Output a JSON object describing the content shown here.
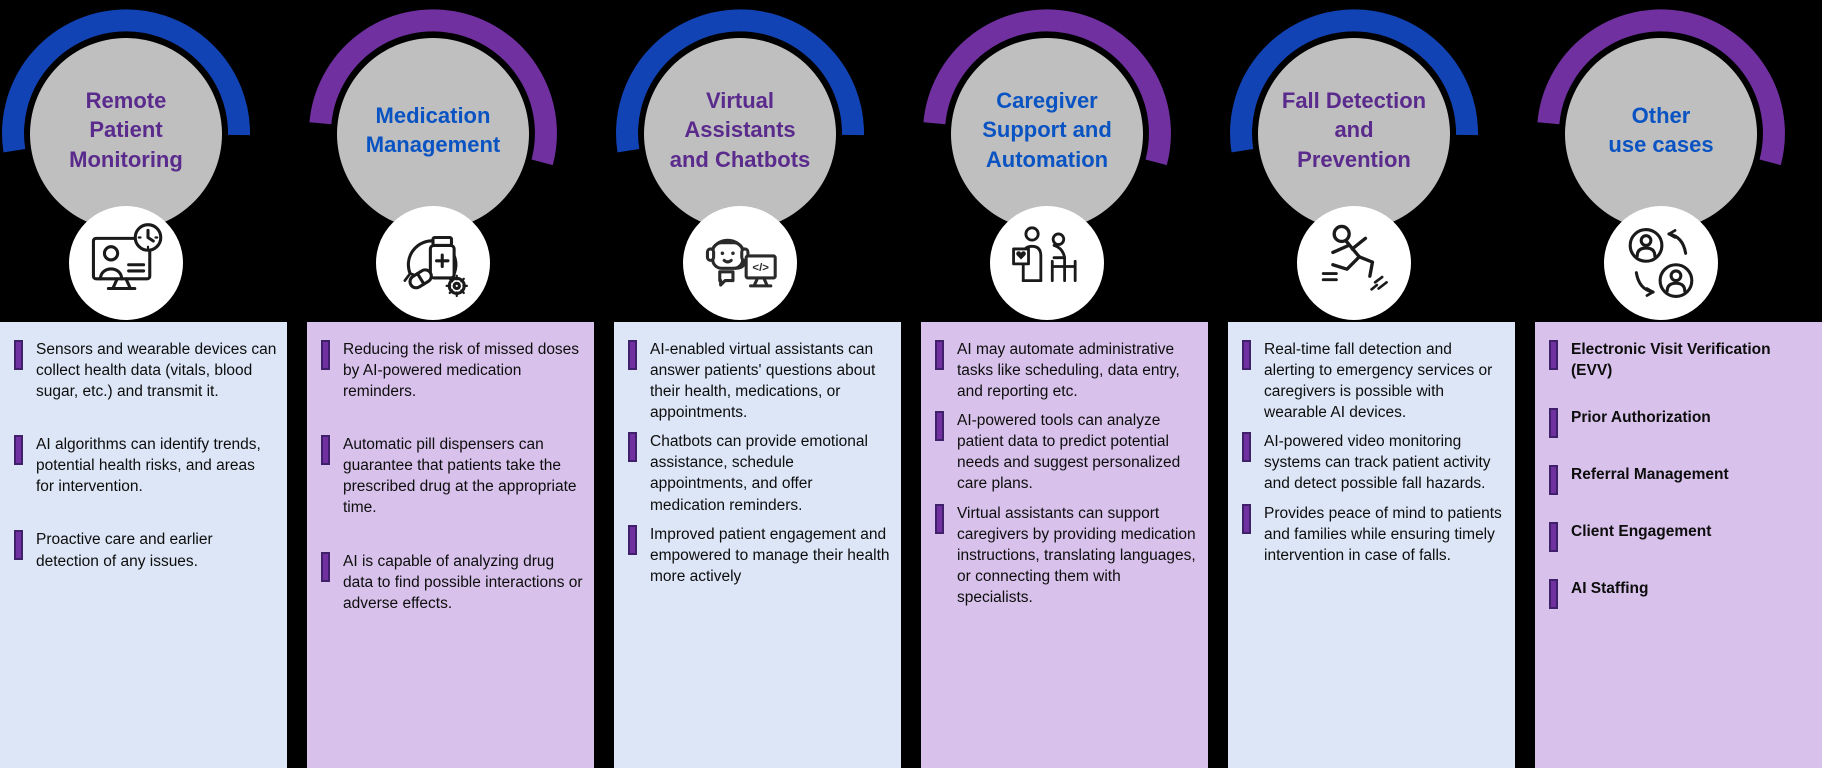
{
  "theme": {
    "background": "#000000",
    "arc_blue": "#1243B5",
    "arc_purple": "#7030A0",
    "title_blue": "#0A53C2",
    "title_purple": "#5A2B8C",
    "panel_blue": "#DCE6F6",
    "panel_purple": "#D8C2EB",
    "circle_gray": "#BFBFBF",
    "bullet_fill": "#7030A0",
    "bullet_border": "#41206B",
    "body_text": "#0D0D0D"
  },
  "columns": [
    {
      "title": "Remote\nPatient\nMonitoring",
      "title_color": "purple",
      "arc_color": "blue",
      "panel_color": "blue",
      "icon": "monitor-patient-clock-icon",
      "bullets": [
        "Sensors and wearable devices can collect health data (vitals, blood sugar, etc.) and transmit it.",
        "AI algorithms can identify trends, potential health risks, and areas for intervention.",
        "Proactive care and earlier detection of any issues."
      ]
    },
    {
      "title": "Medication\nManagement",
      "title_color": "blue",
      "arc_color": "purple",
      "panel_color": "purple",
      "icon": "pill-bottle-recycle-gear-icon",
      "bullets": [
        "Reducing the risk of missed doses by AI-powered medication reminders.",
        "Automatic pill dispensers can guarantee that patients take the prescribed drug at the appropriate time.",
        "AI is capable of analyzing drug data to find possible interactions or adverse effects."
      ]
    },
    {
      "title": "Virtual\nAssistants\nand Chatbots",
      "title_color": "purple",
      "arc_color": "blue",
      "panel_color": "blue",
      "icon": "chatbot-headset-monitor-icon",
      "bullets": [
        "AI-enabled virtual assistants can answer patients' questions about their health, medications, or appointments.",
        "Chatbots can provide emotional assistance, schedule appointments, and offer medication reminders.",
        "Improved patient engagement and empowered to manage their health more actively"
      ]
    },
    {
      "title": "Caregiver\nSupport and\nAutomation",
      "title_color": "blue",
      "arc_color": "purple",
      "panel_color": "purple",
      "icon": "caregiver-patient-heart-icon",
      "bullets": [
        "AI may automate administrative tasks like scheduling, data entry, and reporting etc.",
        "AI-powered tools can analyze patient data to predict potential needs and suggest personalized care plans.",
        "Virtual assistants can support caregivers by providing medication instructions, translating languages, or connecting them with specialists."
      ]
    },
    {
      "title": "Fall Detection\nand\nPrevention",
      "title_color": "purple",
      "arc_color": "blue",
      "panel_color": "blue",
      "icon": "person-falling-icon",
      "bullets": [
        "Real-time fall detection and alerting to emergency services or caregivers is possible with wearable AI devices.",
        "AI-powered video monitoring systems can track patient activity and detect possible fall hazards.",
        "Provides peace of mind to patients and families while ensuring timely intervention in case of falls."
      ]
    },
    {
      "title": "Other\nuse cases",
      "title_color": "blue",
      "arc_color": "purple",
      "panel_color": "purple",
      "icon": "people-exchange-icon",
      "bullets": [
        "Electronic Visit Verification (EVV)",
        "Prior Authorization",
        "Referral Management",
        "Client Engagement",
        "AI Staffing"
      ]
    }
  ]
}
